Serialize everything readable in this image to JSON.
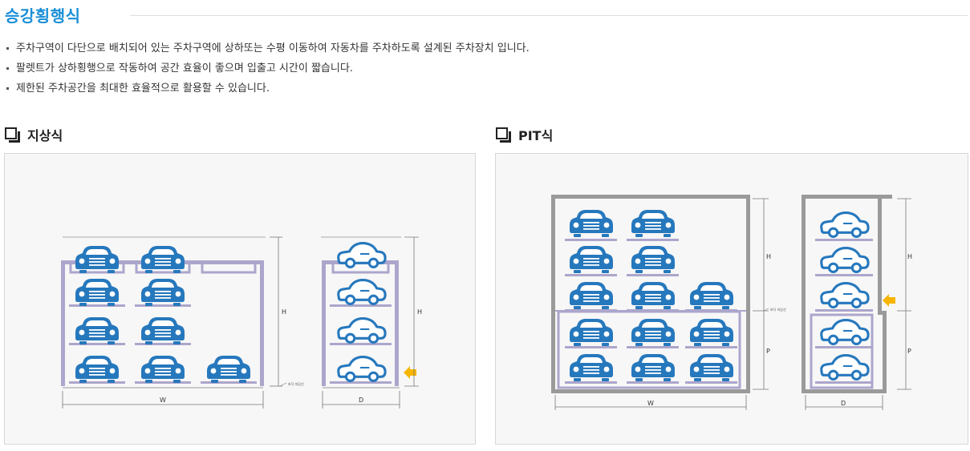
{
  "page": {
    "title": "승강횡행식",
    "bullets": [
      "주차구역이 다단으로 배치되어 있는 주차구역에 상하또는 수평 이동하여 자동차를 주차하도록 설계된 주차장치 입니다.",
      "팔렛트가 상하횡행으로 작동하여 공간 효율이 좋으며 입출고 시간이 짧습니다.",
      "제한된 주차공간을 최대한 효율적으로 활용할 수 있습니다."
    ]
  },
  "sections": [
    {
      "label": "지상식",
      "dimensions": {
        "height": "H",
        "width": "W",
        "depth": "D",
        "note": "바닥 마감선"
      }
    },
    {
      "label": "PIT식",
      "dimensions": {
        "height": "H",
        "pit": "P",
        "width": "W",
        "depth": "D",
        "note": "바닥 마감선"
      }
    }
  ],
  "colors": {
    "title": "#1a8fd8",
    "car": "#2678bd",
    "frame": "#aca6cc",
    "wall": "#9a9a9a",
    "arrow": "#f7b500"
  }
}
